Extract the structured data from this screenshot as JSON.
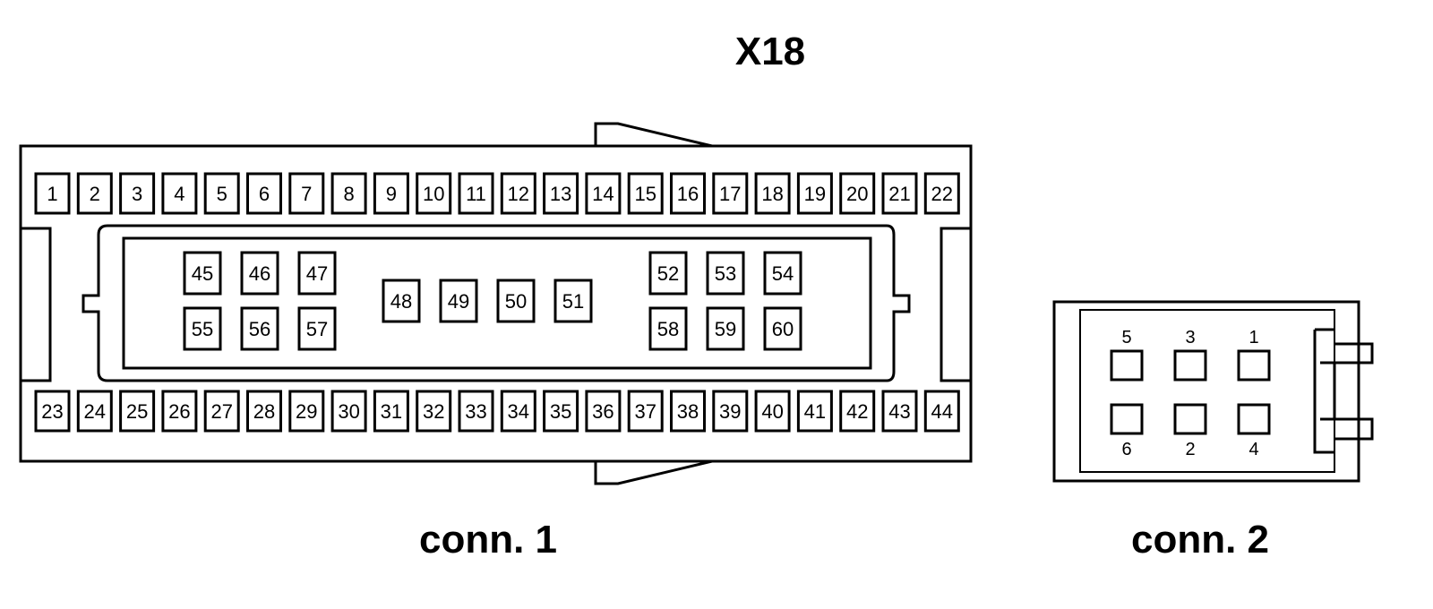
{
  "title": "X18",
  "connector1": {
    "caption": "conn. 1",
    "top_row": [
      "1",
      "2",
      "3",
      "4",
      "5",
      "6",
      "7",
      "8",
      "9",
      "10",
      "11",
      "12",
      "13",
      "14",
      "15",
      "16",
      "17",
      "18",
      "19",
      "20",
      "21",
      "22"
    ],
    "bottom_row": [
      "23",
      "24",
      "25",
      "26",
      "27",
      "28",
      "29",
      "30",
      "31",
      "32",
      "33",
      "34",
      "35",
      "36",
      "37",
      "38",
      "39",
      "40",
      "41",
      "42",
      "43",
      "44"
    ],
    "inner_left_top": [
      "45",
      "46",
      "47"
    ],
    "inner_left_bottom": [
      "55",
      "56",
      "57"
    ],
    "inner_middle": [
      "48",
      "49",
      "50",
      "51"
    ],
    "inner_right_top": [
      "52",
      "53",
      "54"
    ],
    "inner_right_bottom": [
      "58",
      "59",
      "60"
    ]
  },
  "connector2": {
    "caption": "conn. 2",
    "top_row": [
      "5",
      "3",
      "1"
    ],
    "bottom_row": [
      "6",
      "2",
      "4"
    ]
  },
  "colors": {
    "stroke": "#000000",
    "background": "#ffffff"
  }
}
